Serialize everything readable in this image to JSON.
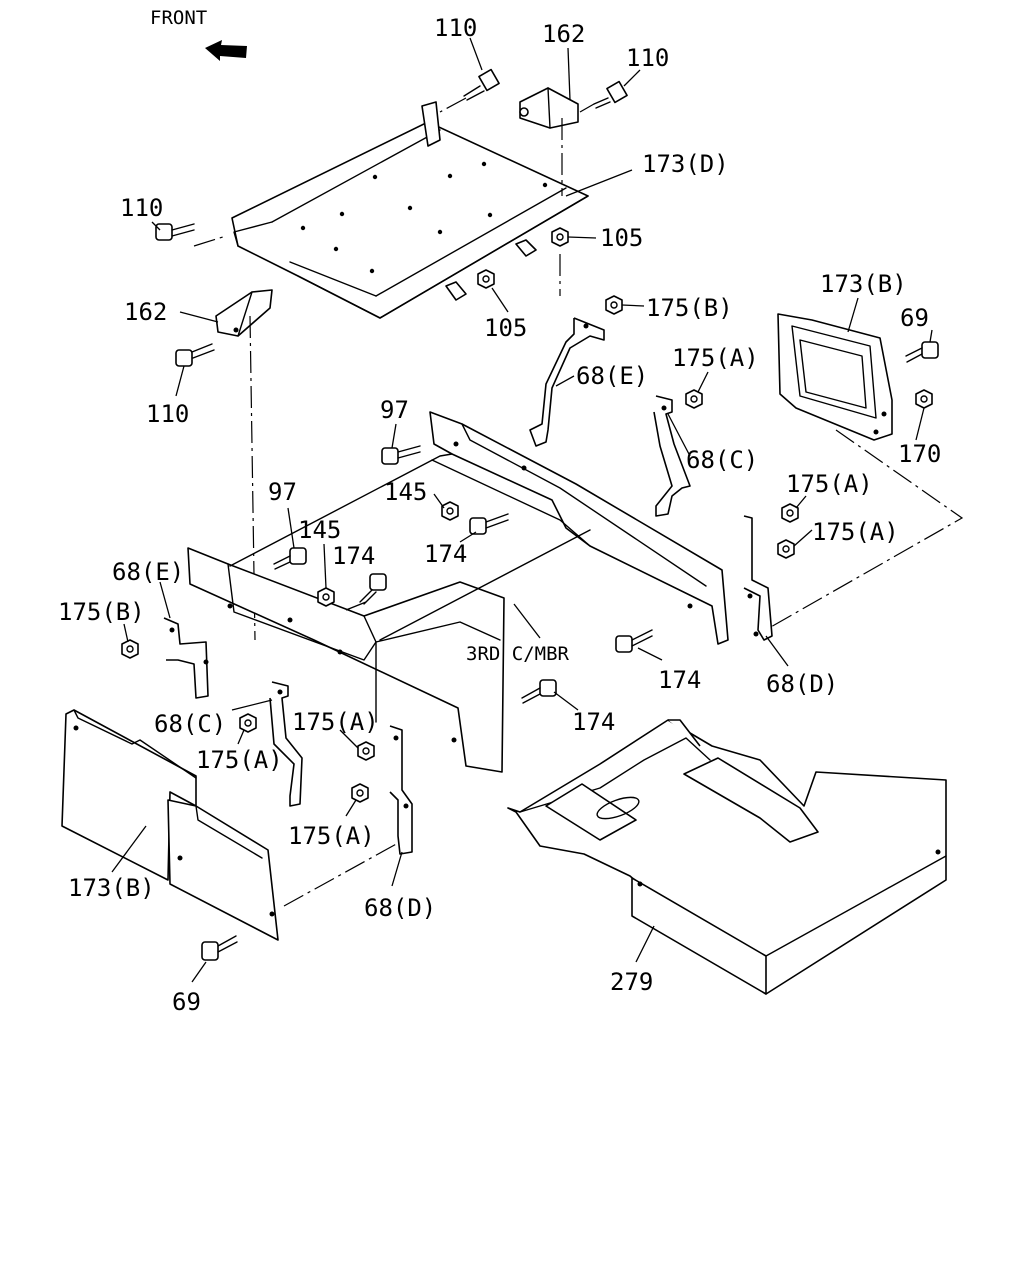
{
  "header": {
    "direction_label": "FRONT",
    "direction_icon": "arrow-left-icon"
  },
  "callouts": {
    "c110a": "110",
    "c162a": "162",
    "c110b": "110",
    "c173d": "173(D)",
    "c110c": "110",
    "c105a": "105",
    "c105b": "105",
    "c162b": "162",
    "c110d": "110",
    "c175b_top": "175(B)",
    "c173b_right": "173(B)",
    "c69_right": "69",
    "c68e_top": "68(E)",
    "c175a_top": "175(A)",
    "c97_top": "97",
    "c68c_right": "68(C)",
    "c170": "170",
    "c145_top": "145",
    "c174_mid": "174",
    "c175a_r1": "175(A)",
    "c175a_r2": "175(A)",
    "c97_left": "97",
    "c145_left": "145",
    "c174_left": "174",
    "c68e_left": "68(E)",
    "c175b_left": "175(B)",
    "c174_lower": "174",
    "c68d_right": "68(D)",
    "c174_bottom": "174",
    "c68c_left": "68(C)",
    "c175a_l1": "175(A)",
    "c175a_l2": "175(A)",
    "c175a_l3": "175(A)",
    "c173b_left": "173(B)",
    "c68d_left": "68(D)",
    "c69_bottom": "69",
    "c279": "279"
  },
  "member_label": "3RD C/MBR"
}
